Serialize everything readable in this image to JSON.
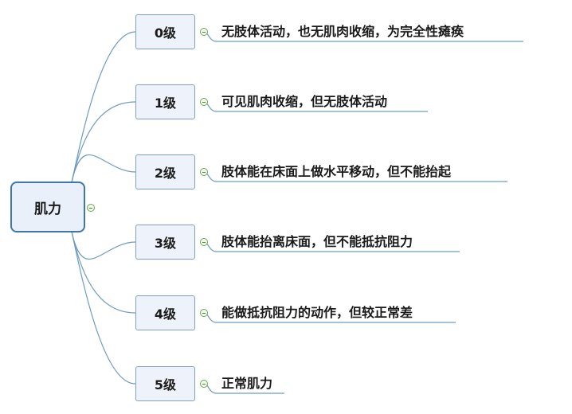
{
  "root": {
    "label": "肌力"
  },
  "grades": [
    {
      "label": "0级",
      "description": "无肢体活动，也无肌肉收缩，为完全性瘫痪"
    },
    {
      "label": "1级",
      "description": "可见肌肉收缩，但无肢体活动"
    },
    {
      "label": "2级",
      "description": "肢体能在床面上做水平移动，但不能抬起"
    },
    {
      "label": "3级",
      "description": "肢体能抬离床面，但不能抵抗阻力"
    },
    {
      "label": "4级",
      "description": "能做抵抗阻力的动作，但较正常差"
    },
    {
      "label": "5级",
      "description": "正常肌力"
    }
  ],
  "colors": {
    "root_border": "#3f78a8",
    "link": "#6f9cc2",
    "toggle": "#6aa84f"
  }
}
